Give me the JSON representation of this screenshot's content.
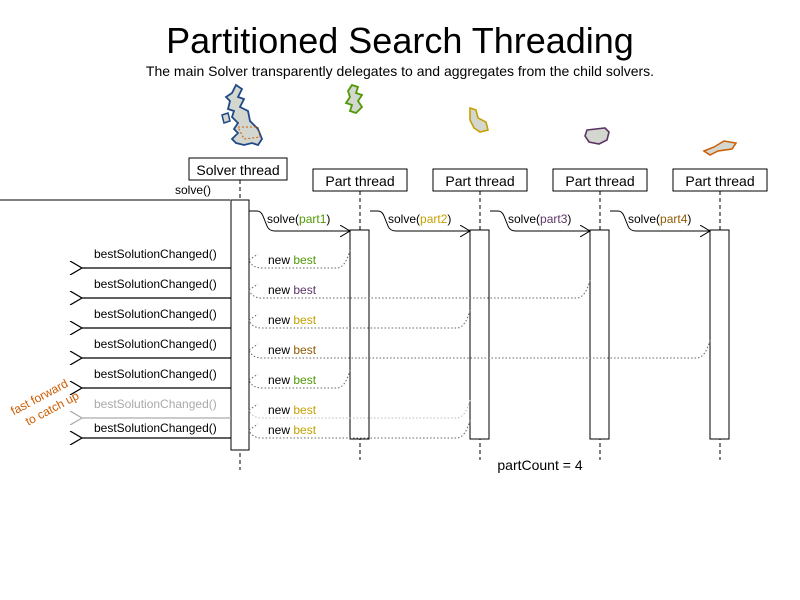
{
  "title": "Partitioned Search Threading",
  "subtitle": "The main Solver transparently delegates to and aggregates from the child solvers.",
  "colors": {
    "part1": "#4e9a06",
    "part2": "#c4a000",
    "part3": "#5c3566",
    "part4": "#8f5902",
    "annotation": "#ce5c00",
    "faded": "#aaaaaa",
    "map_main": "#204a87"
  },
  "lifelines": {
    "solver": "Solver thread",
    "parts": [
      "Part thread",
      "Part thread",
      "Part thread",
      "Part thread"
    ]
  },
  "maps": [
    "uk-map-icon",
    "scotland-map-icon",
    "wales-map-icon",
    "south-england-map-icon",
    "cornwall-map-icon"
  ],
  "messages": {
    "solve": "solve()",
    "solve_part_prefix": "solve(",
    "solve_part_suffix": ")",
    "parts": [
      "part1",
      "part2",
      "part3",
      "part4"
    ],
    "best_changed": "bestSolutionChanged()",
    "new_prefix": "new ",
    "best_word": "best"
  },
  "events": [
    {
      "part": 1,
      "color": "#4e9a06",
      "faded": false
    },
    {
      "part": 3,
      "color": "#5c3566",
      "faded": false
    },
    {
      "part": 2,
      "color": "#c4a000",
      "faded": false
    },
    {
      "part": 4,
      "color": "#8f5902",
      "faded": false
    },
    {
      "part": 1,
      "color": "#4e9a06",
      "faded": false
    },
    {
      "part": 2,
      "color": "#c4a000",
      "faded": true
    },
    {
      "part": 2,
      "color": "#c4a000",
      "faded": false
    }
  ],
  "annotation": {
    "line1": "fast forward",
    "line2": "to catch up"
  },
  "part_count_label": "partCount = 4"
}
